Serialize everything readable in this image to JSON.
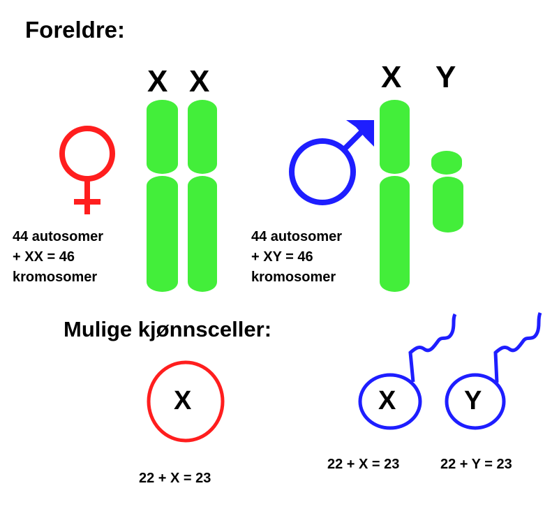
{
  "title": "Foreldre:",
  "female": {
    "chromosome_labels": [
      "X",
      "X"
    ],
    "info_lines": [
      "44 autosomer",
      "+ XX = 46",
      "kromosomer"
    ],
    "symbol": "venus-icon",
    "color": "#ff1e1e"
  },
  "male": {
    "chromosome_labels": [
      "X",
      "Y"
    ],
    "info_lines": [
      "44 autosomer",
      "+ XY = 46",
      "kromosomer"
    ],
    "symbol": "mars-icon",
    "color": "#1e1eff"
  },
  "chromosome_color": "#43ee3a",
  "gametes_title": "Mulige kjønnsceller:",
  "gametes": {
    "egg": {
      "letter": "X",
      "equation": "22 + X = 23"
    },
    "sperm": [
      {
        "letter": "X",
        "equation": "22 + X = 23"
      },
      {
        "letter": "Y",
        "equation": "22 + Y = 23"
      }
    ]
  }
}
